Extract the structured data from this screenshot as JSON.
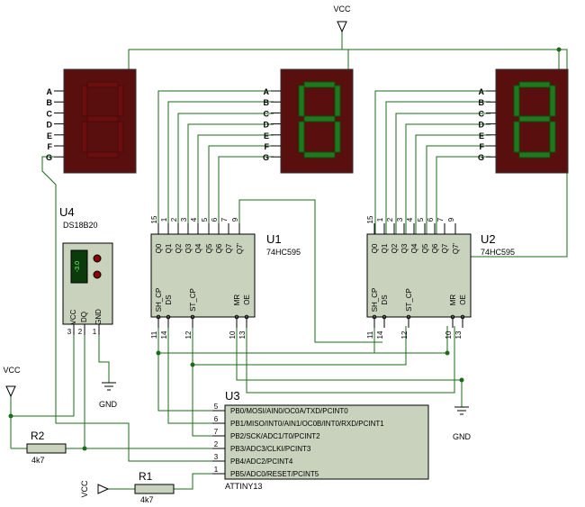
{
  "power": {
    "vcc": "VCC",
    "gnd": "GND"
  },
  "segment_letters": [
    "A",
    "B",
    "C",
    "D",
    "E",
    "F",
    "G"
  ],
  "displays": [
    {
      "id": "disp-left",
      "lit": false
    },
    {
      "id": "disp-mid",
      "lit": true
    },
    {
      "id": "disp-right",
      "lit": true
    }
  ],
  "u1": {
    "ref": "U1",
    "part": "74HC595",
    "top_pins": [
      {
        "label": "Q0",
        "num": "15"
      },
      {
        "label": "Q1",
        "num": "1"
      },
      {
        "label": "Q2",
        "num": "2"
      },
      {
        "label": "Q3",
        "num": "3"
      },
      {
        "label": "Q4",
        "num": "4"
      },
      {
        "label": "Q5",
        "num": "5"
      },
      {
        "label": "Q6",
        "num": "6"
      },
      {
        "label": "Q7",
        "num": "7"
      },
      {
        "label": "Q7'",
        "num": "9"
      }
    ],
    "bottom_pins": [
      {
        "label": "SH_CP",
        "num": "11"
      },
      {
        "label": "DS",
        "num": "14"
      },
      {
        "label": "ST_CP",
        "num": "12"
      },
      {
        "label": "MR",
        "num": "10"
      },
      {
        "label": "OE",
        "num": "13"
      }
    ]
  },
  "u2": {
    "ref": "U2",
    "part": "74HC595",
    "top_pins": [
      {
        "label": "Q0",
        "num": "15"
      },
      {
        "label": "Q1",
        "num": "1"
      },
      {
        "label": "Q2",
        "num": "2"
      },
      {
        "label": "Q3",
        "num": "3"
      },
      {
        "label": "Q4",
        "num": "4"
      },
      {
        "label": "Q5",
        "num": "5"
      },
      {
        "label": "Q6",
        "num": "6"
      },
      {
        "label": "Q7",
        "num": "7"
      },
      {
        "label": "Q7'",
        "num": "9"
      }
    ],
    "bottom_pins": [
      {
        "label": "SH_CP",
        "num": "11"
      },
      {
        "label": "DS",
        "num": "14"
      },
      {
        "label": "ST_CP",
        "num": "12"
      },
      {
        "label": "MR",
        "num": "10"
      },
      {
        "label": "OE",
        "num": "13"
      }
    ]
  },
  "u3": {
    "ref": "U3",
    "part": "ATTINY13",
    "pins": [
      {
        "num": "5",
        "label": "PB0/MOSI/AIN0/OC0A/TXD/PCINT0"
      },
      {
        "num": "6",
        "label": "PB1/MISO/INT0/AIN1/OC0B/INT0/RXD/PCINT1"
      },
      {
        "num": "7",
        "label": "PB2/SCK/ADC1/T0/PCINT2"
      },
      {
        "num": "2",
        "label": "PB3/ADC3/CLKI/PCINT3"
      },
      {
        "num": "3",
        "label": "PB4/ADC2/PCINT4"
      },
      {
        "num": "1",
        "label": "PB5/ADC0/RESET/PCINT5"
      }
    ]
  },
  "u4": {
    "ref": "U4",
    "part": "DS18B20",
    "readout": "-3.0",
    "pins": [
      {
        "label": "VCC",
        "num": "3"
      },
      {
        "label": "DQ",
        "num": "2"
      },
      {
        "label": "GND",
        "num": "1"
      }
    ]
  },
  "r1": {
    "ref": "R1",
    "value": "4k7"
  },
  "r2": {
    "ref": "R2",
    "value": "4k7"
  }
}
